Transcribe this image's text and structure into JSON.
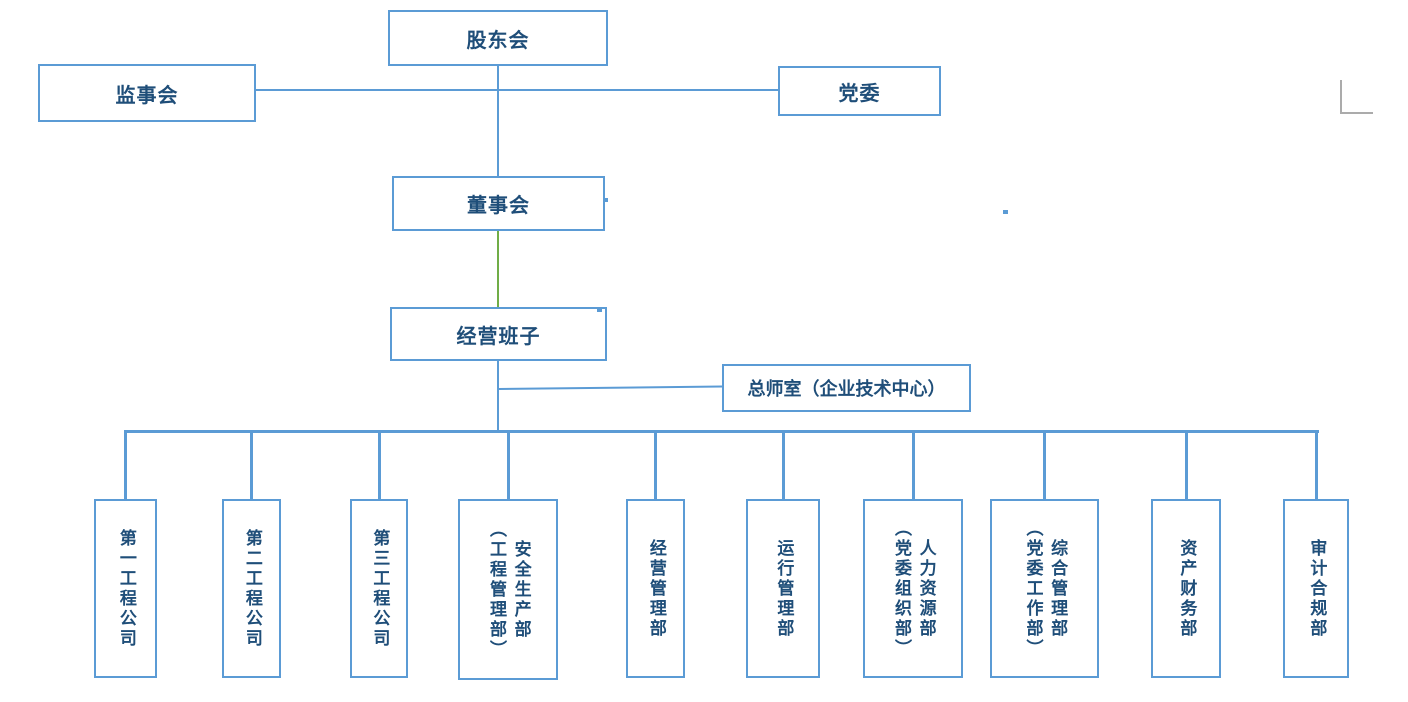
{
  "colors": {
    "border": "#5B9BD5",
    "text": "#1F4E79",
    "line": "#5B9BD5",
    "green": "#70AD47",
    "gray": "#ABABAB"
  },
  "nodes": {
    "shareholders": "股东会",
    "supervisory": "监事会",
    "party": "党委",
    "board": "董事会",
    "management": "经营班子",
    "chief_engineer_office": "总师室（企业技术中心）"
  },
  "departments": [
    {
      "name": "第一工程公司",
      "alt": ""
    },
    {
      "name": "第二工程公司",
      "alt": ""
    },
    {
      "name": "第三工程公司",
      "alt": ""
    },
    {
      "name": "安全生产部",
      "alt": "（工程管理部）"
    },
    {
      "name": "经营管理部",
      "alt": ""
    },
    {
      "name": "运行管理部",
      "alt": ""
    },
    {
      "name": "人力资源部",
      "alt": "（党委组织部）"
    },
    {
      "name": "综合管理部",
      "alt": "（党委工作部）"
    },
    {
      "name": "资产财务部",
      "alt": ""
    },
    {
      "name": "审计合规部",
      "alt": ""
    }
  ],
  "chart_data": {
    "type": "org-chart",
    "root": "股东会",
    "hierarchy": {
      "股东会": [
        "监事会",
        "党委",
        "董事会"
      ],
      "董事会": [
        "经营班子"
      ],
      "经营班子": [
        "总师室（企业技术中心）",
        "第一工程公司",
        "第二工程公司",
        "第三工程公司",
        "安全生产部（工程管理部）",
        "经营管理部",
        "运行管理部",
        "人力资源部（党委组织部）",
        "综合管理部（党委工作部）",
        "资产财务部",
        "审计合规部"
      ]
    }
  }
}
